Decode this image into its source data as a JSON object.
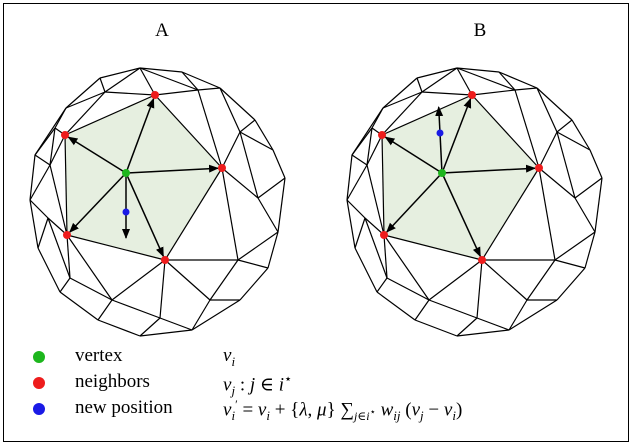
{
  "panels": [
    {
      "label": "A"
    },
    {
      "label": "B"
    }
  ],
  "legend": [
    {
      "name": "vertex",
      "formula": "v_i",
      "color": "#1db61d"
    },
    {
      "name": "neighbors",
      "formula": "v_j : j ∈ i^⋆",
      "color": "#ee1c1c"
    },
    {
      "name": "new position",
      "formula": "v_i' = v_i + {λ, μ} ∑_{j∈i^⋆} w_ij (v_j − v_i)",
      "color": "#1a1ae6"
    }
  ],
  "colors": {
    "stroke": "#000000",
    "star_fill": "#e6efe0",
    "vertex": "#1db61d",
    "neighbor": "#ee1c1c",
    "new_position": "#1a1ae6"
  }
}
